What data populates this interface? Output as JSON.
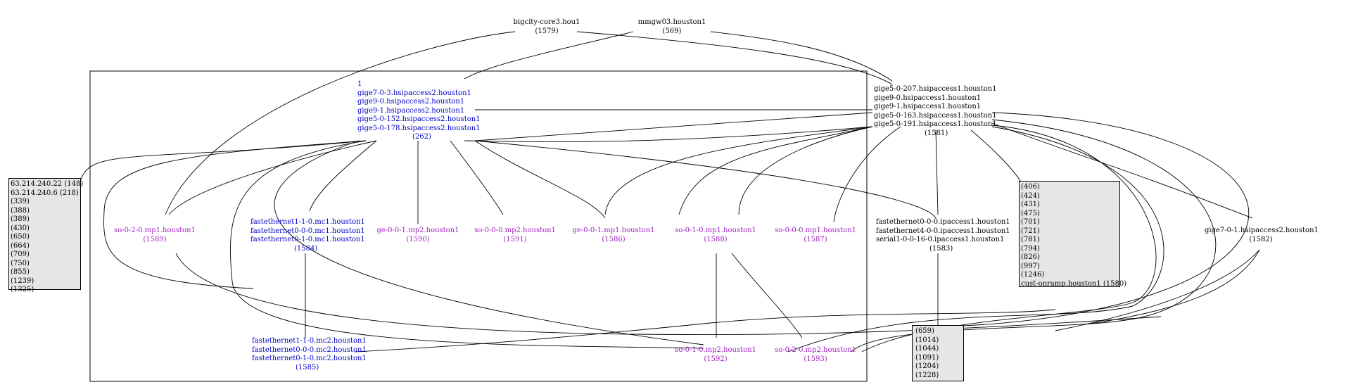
{
  "nodes": {
    "bigcity": {
      "name": "bigcity-core3.hou1",
      "id": "(1579)"
    },
    "mmgw03": {
      "name": "mmgw03.houston1",
      "id": "(569)"
    },
    "n262": {
      "lines": [
        "1",
        "gige7-0-3.hsipaccess2.houston1",
        "gige9-0.hsipaccess2.houston1",
        "gige9-1.hsipaccess2.houston1",
        "gige5-0-152.hsipaccess2.houston1",
        "gige5-0-178.hsipaccess2.houston1"
      ],
      "id": "(262)"
    },
    "n1581": {
      "lines": [
        "gige5-0-207.hsipaccess1.houston1",
        "gige9-0.hsipaccess1.houston1",
        "gige9-1.hsipaccess1.houston1",
        "gige5-0-163.hsipaccess1.houston1",
        "gige5-0-191.hsipaccess1.houston1"
      ],
      "id": "(1581)"
    },
    "n1589": {
      "name": "so-0-2-0.mp1.houston1",
      "id": "(1589)"
    },
    "n1584": {
      "lines": [
        "fastethernet1-1-0.mc1.houston1",
        "fastethernet0-0-0.mc1.houston1",
        "fastethernet0-1-0.mc1.houston1"
      ],
      "id": "(1584)"
    },
    "n1590": {
      "name": "ge-0-0-1.mp2.houston1",
      "id": "(1590)"
    },
    "n1591": {
      "name": "so-0-0-0.mp2.houston1",
      "id": "(1591)"
    },
    "n1586": {
      "name": "ge-0-0-1.mp1.houston1",
      "id": "(1586)"
    },
    "n1588": {
      "name": "so-0-1-0.mp1.houston1",
      "id": "(1588)"
    },
    "n1587": {
      "name": "so-0-0-0.mp1.houston1",
      "id": "(1587)"
    },
    "n1583": {
      "lines": [
        "fastethernet0-0-0.ipaccess1.houston1",
        "fastethernet4-0-0.ipaccess1.houston1",
        "serial1-0-0-16-0.ipaccess1.houston1"
      ],
      "id": "(1583)"
    },
    "n1582": {
      "name": "gige7-0-1.hsipaccess2.houston1",
      "id": "(1582)"
    },
    "n1585": {
      "lines": [
        "fastethernet1-1-0.mc2.houston1",
        "fastethernet0-0-0.mc2.houston1",
        "fastethernet0-1-0.mc2.houston1"
      ],
      "id": "(1585)"
    },
    "n1592": {
      "name": "so-0-1-0.mp2.houston1",
      "id": "(1592)"
    },
    "n1593": {
      "name": "so-0-2-0.mp2.houston1",
      "id": "(1593)"
    }
  },
  "groups": {
    "left": [
      "63.214.240.22 (148)",
      "63.214.240.6 (218)",
      "(339)",
      "(388)",
      "(389)",
      "(430)",
      "(650)",
      "(664)",
      "(709)",
      "(750)",
      "(855)",
      "(1239)",
      "(1325)"
    ],
    "right": [
      "(406)",
      "(424)",
      "(431)",
      "(475)",
      "(701)",
      "(721)",
      "(781)",
      "(794)",
      "(826)",
      "(997)",
      "(1246)",
      "cust-onramp.houston1 (1580)"
    ],
    "bottom": [
      "(659)",
      "(1014)",
      "(1044)",
      "(1091)",
      "(1204)",
      "(1228)"
    ]
  },
  "colors": {
    "router": "#000000",
    "interface": "#0000c8",
    "link": "#a020c0",
    "group_fill": "#e6e6e6"
  }
}
